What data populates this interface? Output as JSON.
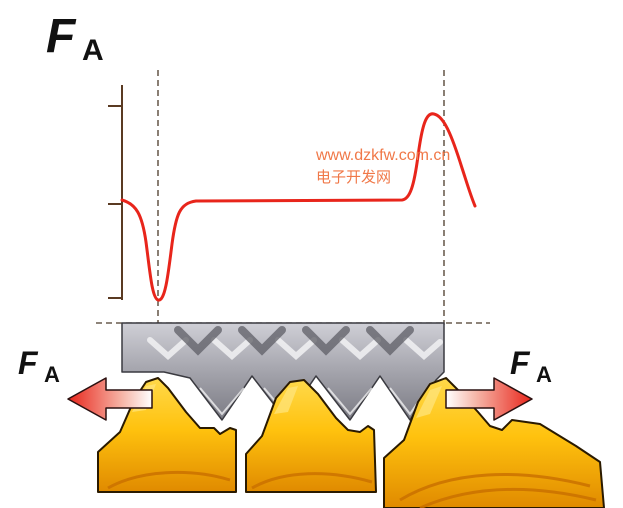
{
  "title": {
    "main": "F",
    "sub": "A"
  },
  "left_force": {
    "main": "F",
    "sub": "A"
  },
  "right_force": {
    "main": "F",
    "sub": "A"
  },
  "watermark": {
    "line1": "www.dzkfw.com.cn",
    "line2": "电子开发网"
  },
  "colors": {
    "curve": "#e8251b",
    "axis": "#5a3a22",
    "guide": "#4a3a2a",
    "steel": "#9a9aa2",
    "steel_dark": "#5e5e66",
    "steel_light": "#e2e2e6",
    "tooth_yellow": "#ffc20e",
    "tooth_orange": "#e89400",
    "tooth_dark": "#b86e00",
    "arrow_red": "#e8251b",
    "watermark": "#f07848"
  },
  "icons": [
    "left-arrow-icon",
    "right-arrow-icon"
  ]
}
